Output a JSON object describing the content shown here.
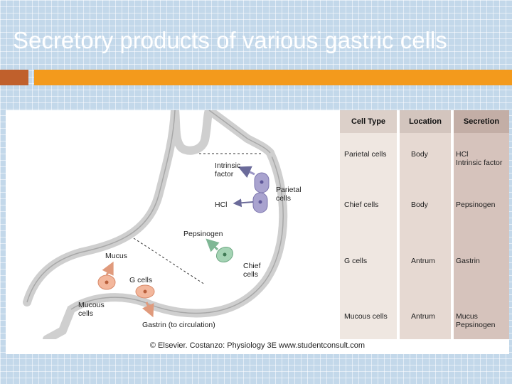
{
  "slide": {
    "title": "Secretory products of various gastric cells"
  },
  "colors": {
    "background": "#c3d8ea",
    "accent_dark": "#c0602c",
    "accent_orange": "#f39a1c",
    "parietal_cell": "#a9a3cf",
    "chief_cell": "#a4d3b4",
    "g_cell": "#f3b79c"
  },
  "diagram": {
    "labels": {
      "intrinsic_factor": "Intrinsic\nfactor",
      "hcl": "HCl",
      "parietal_cells": "Parietal\ncells",
      "pepsinogen": "Pepsinogen",
      "chief_cells": "Chief\ncells",
      "mucus": "Mucus",
      "g_cells": "G cells",
      "mucous_cells": "Mucous\ncells",
      "gastrin": "Gastrin (to circulation)"
    }
  },
  "table": {
    "headers": [
      "Cell Type",
      "Location",
      "Secretion"
    ],
    "rows": [
      {
        "cell_type": "Parietal cells",
        "location": "Body",
        "secretion": "HCl\nIntrinsic factor"
      },
      {
        "cell_type": "Chief cells",
        "location": "Body",
        "secretion": "Pepsinogen"
      },
      {
        "cell_type": "G cells",
        "location": "Antrum",
        "secretion": "Gastrin"
      },
      {
        "cell_type": "Mucous cells",
        "location": "Antrum",
        "secretion": "Mucus\nPepsinogen"
      }
    ]
  },
  "caption": "© Elsevier. Costanzo: Physiology 3E www.studentconsult.com"
}
